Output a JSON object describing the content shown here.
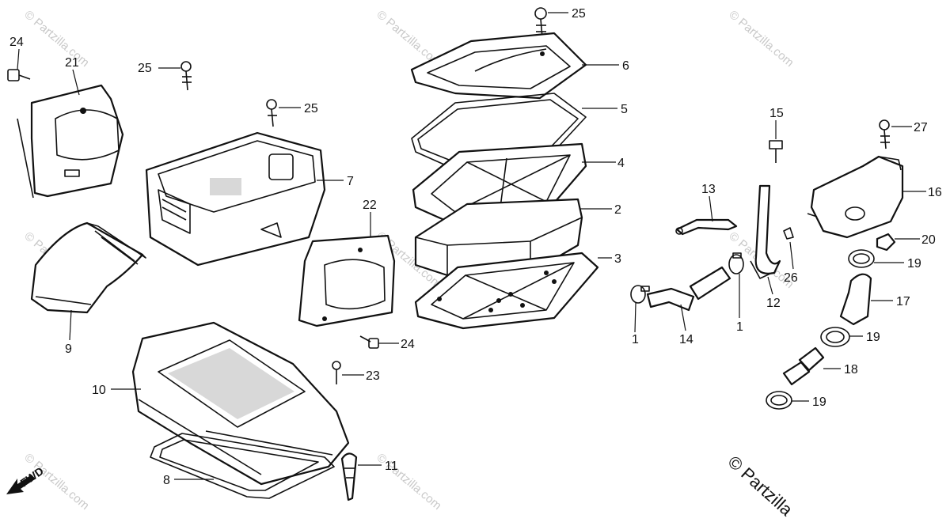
{
  "diagram": {
    "fwd_label": "FWD",
    "copyright": "© Partzilla",
    "watermark": "© Partzilla.com",
    "callouts": {
      "c24a": "24",
      "c21": "21",
      "c25a": "25",
      "c25b": "25",
      "c25c": "25",
      "c6": "6",
      "c5": "5",
      "c4": "4",
      "c2": "2",
      "c3": "3",
      "c7": "7",
      "c22": "22",
      "c9": "9",
      "c24b": "24",
      "c23": "23",
      "c10": "10",
      "c8": "8",
      "c11": "11",
      "c13": "13",
      "c15": "15",
      "c27": "27",
      "c16": "16",
      "c20": "20",
      "c19a": "19",
      "c26": "26",
      "c12": "12",
      "c1a": "1",
      "c1b": "1",
      "c14": "14",
      "c17": "17",
      "c19b": "19",
      "c18": "18",
      "c19c": "19"
    }
  }
}
